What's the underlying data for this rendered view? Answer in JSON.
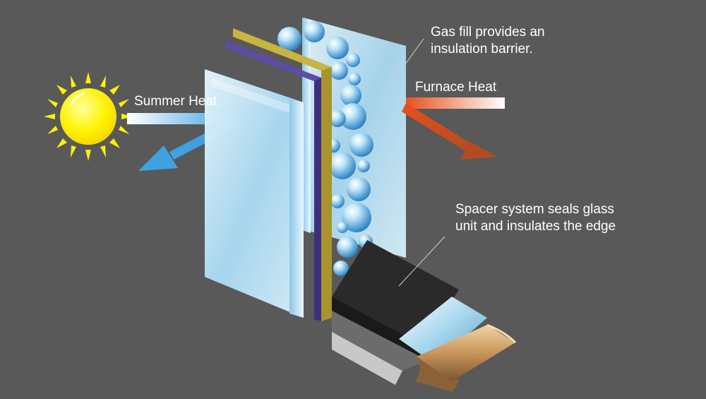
{
  "labels": {
    "summer_heat": "Summer Heat",
    "furnace_heat": "Furnace Heat",
    "gas_fill": [
      "Gas fill provides an",
      "insulation barrier."
    ],
    "spacer": [
      "Spacer system seals glass",
      "unit and insulates the edge"
    ]
  },
  "colors": {
    "background": "#595959",
    "sun": "#fff200",
    "summer_arrow": "#3fa2e0",
    "furnace_arrow": "#e8501e",
    "glass": "#bfe4f6",
    "gold_film": "#c8b440",
    "spacer_dark": "#1a1a1a",
    "copper": "#c8955a"
  },
  "icons": [
    "sun-icon",
    "summer-heat-arrow-icon",
    "furnace-heat-arrow-icon",
    "gas-bubble-icon"
  ]
}
